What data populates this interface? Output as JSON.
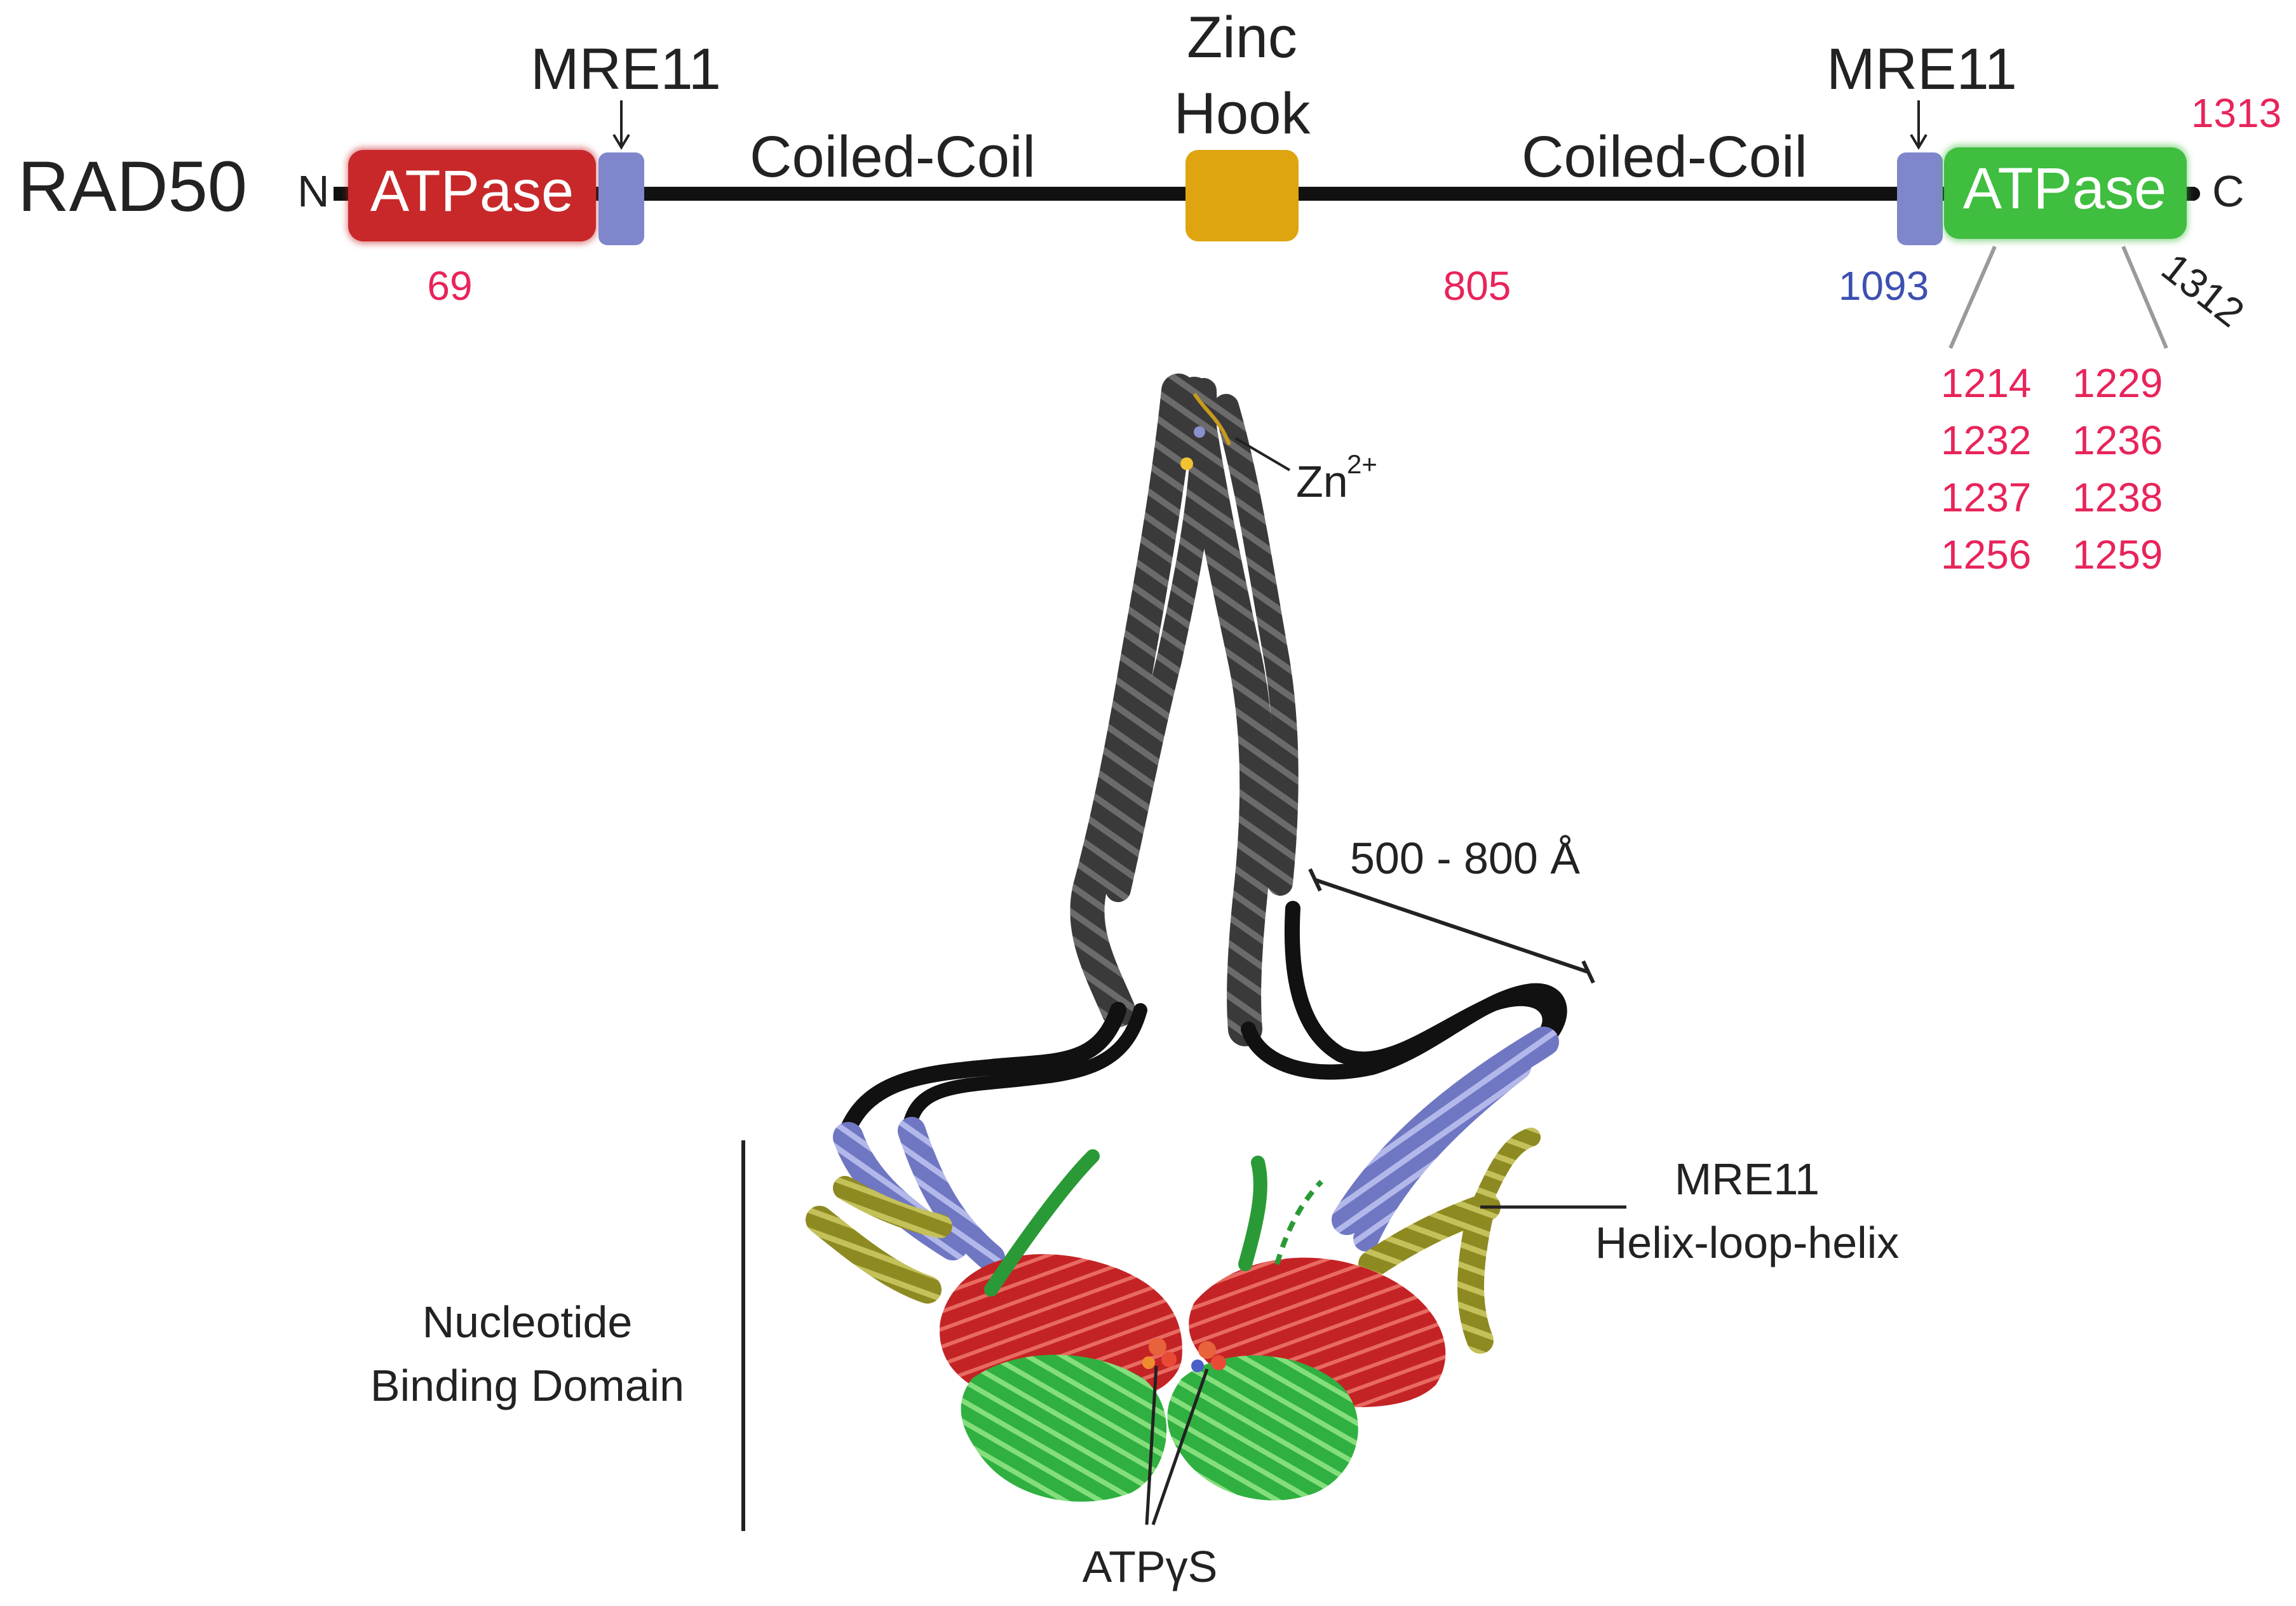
{
  "protein_label": "RAD50",
  "n_term": "N",
  "c_term": "C",
  "domains": {
    "atpase_n": "ATPase",
    "atpase_c": "ATPase",
    "coiled_coil_left": "Coiled-Coil",
    "coiled_coil_right": "Coiled-Coil",
    "zinc_hook_line1": "Zinc",
    "zinc_hook_line2": "Hook",
    "mre11_left": "MRE11",
    "mre11_right": "MRE11"
  },
  "residues": {
    "r69": "69",
    "r805": "805",
    "r1093": "1093",
    "r1312": "1312",
    "r1313": "1313",
    "mutation_list": [
      "1214",
      "1229",
      "1232",
      "1236",
      "1237",
      "1238",
      "1256",
      "1259"
    ]
  },
  "structure_labels": {
    "zn_base": "Zn",
    "zn_sup": "2+",
    "length": "500 - 800 Å",
    "mre11_hlh_line1": "MRE11",
    "mre11_hlh_line2": "Helix-loop-helix",
    "nbd_line1": "Nucleotide",
    "nbd_line2": "Binding Domain",
    "atp": "ATPγS"
  },
  "colors": {
    "atpase_n": "#c8282a",
    "atpase_c": "#3fbe3f",
    "mre11_binding": "#7f86cc",
    "zinc_hook": "#dea511",
    "coil": "#3a3a3a",
    "residue_red": "#e8245a",
    "residue_blue": "#3d50b0",
    "mre11_helix": "#8e8a22"
  }
}
